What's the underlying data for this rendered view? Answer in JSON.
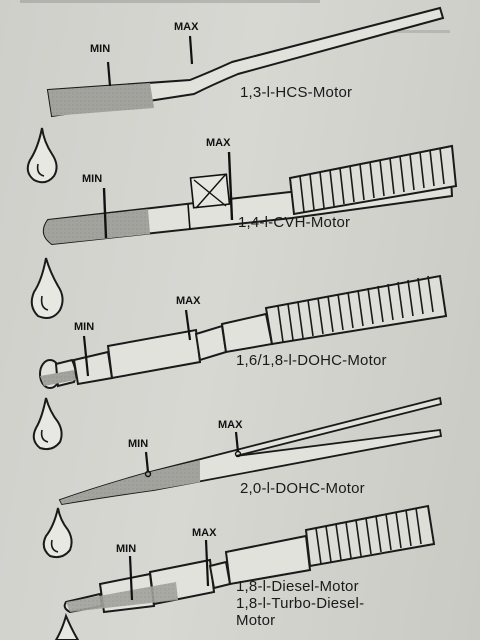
{
  "diagram": {
    "marks": {
      "min": "MIN",
      "max": "MAX"
    },
    "dipsticks": [
      {
        "id": "hcs",
        "label_lines": [
          "1,3-l-HCS-Motor"
        ]
      },
      {
        "id": "cvh",
        "label_lines": [
          "1,4-l-CVH-Motor"
        ]
      },
      {
        "id": "dohc16",
        "label_lines": [
          "1,6/1,8-l-DOHC-Motor"
        ]
      },
      {
        "id": "dohc20",
        "label_lines": [
          "2,0-l-DOHC-Motor"
        ]
      },
      {
        "id": "diesel",
        "label_lines": [
          "1,8-l-Diesel-Motor",
          "1,8-l-Turbo-Diesel-",
          "Motor"
        ]
      }
    ]
  },
  "colors": {
    "ink": "#1a1a1a",
    "oil": "#9d9d98",
    "paper": "#d4d4cf"
  }
}
